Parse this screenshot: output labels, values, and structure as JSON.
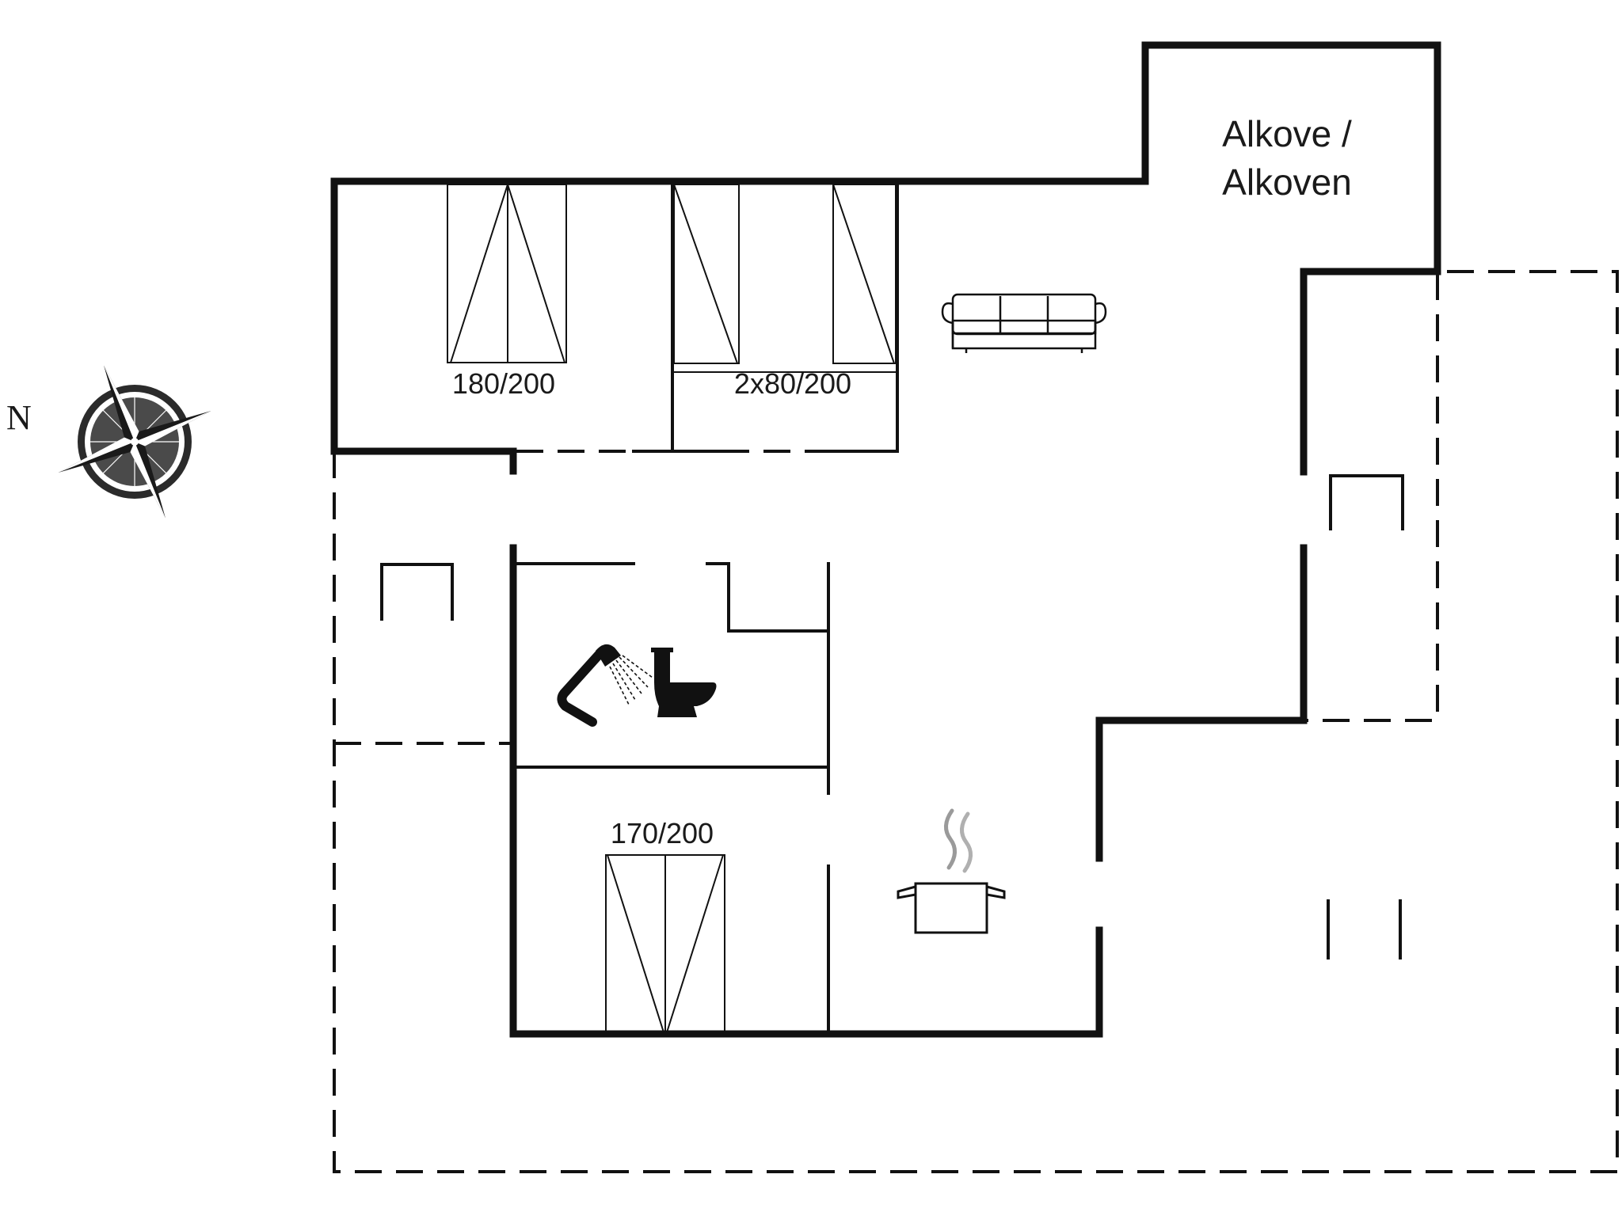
{
  "compass": {
    "north_label": "N"
  },
  "rooms": {
    "alcove": {
      "line1": "Alkove /",
      "line2": "Alkoven"
    }
  },
  "beds": [
    {
      "label": "180/200"
    },
    {
      "label": "2x80/200"
    },
    {
      "label": "170/200"
    }
  ],
  "icons": [
    "compass-rose-icon",
    "sofa-icon",
    "shower-icon",
    "toilet-icon",
    "cooking-pot-icon",
    "bed-icon"
  ]
}
